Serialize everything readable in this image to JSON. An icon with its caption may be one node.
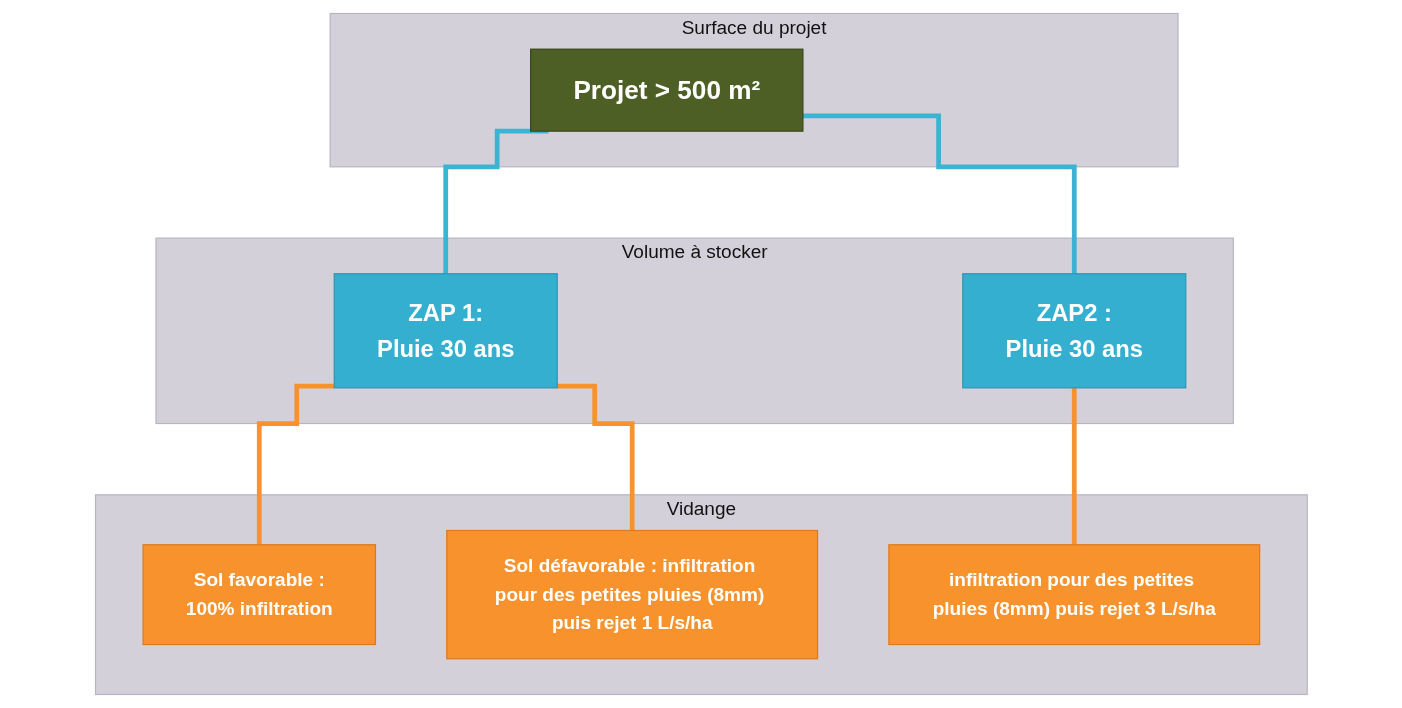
{
  "diagram": {
    "nodes": [
      {
        "text": [
          "Surface du projet"
        ]
      },
      {
        "text": [
          "Projet > 500 m²"
        ],
        "in": 0
      },
      {
        "text": [
          "Volume à stocker"
        ]
      },
      {
        "text": [
          "ZAP 1:",
          "Pluie 30 ans"
        ],
        "in": 2
      },
      {
        "text": [
          "ZAP2 :",
          "Pluie 30 ans"
        ],
        "in": 2
      },
      {
        "text": [
          "Vidange"
        ]
      },
      {
        "text": [
          "Sol favorable :",
          "100% infiltration"
        ],
        "in": 5
      },
      {
        "text": [
          "Sol défavorable : infiltration pour des petites pluies (8mm) puis rejet 1 L/s/ha"
        ],
        "in": 5
      },
      {
        "text": [
          "infiltration pour des petites pluies (8mm) puis rejet 3 L/s/ha"
        ],
        "in": 5
      }
    ],
    "edges": [
      {
        "from": 1,
        "to": 3,
        "arrow": "none",
        "color": "#3bb3d3"
      },
      {
        "from": 1,
        "to": 4,
        "arrow": "none",
        "color": "#3bb3d3"
      },
      {
        "from": 3,
        "to": 6,
        "arrow": "none",
        "color": "#f7922d"
      },
      {
        "from": 3,
        "to": 7,
        "arrow": "none",
        "color": "#f7922d"
      },
      {
        "from": 4,
        "to": 8,
        "arrow": "none",
        "color": "#f7922d"
      }
    ]
  }
}
